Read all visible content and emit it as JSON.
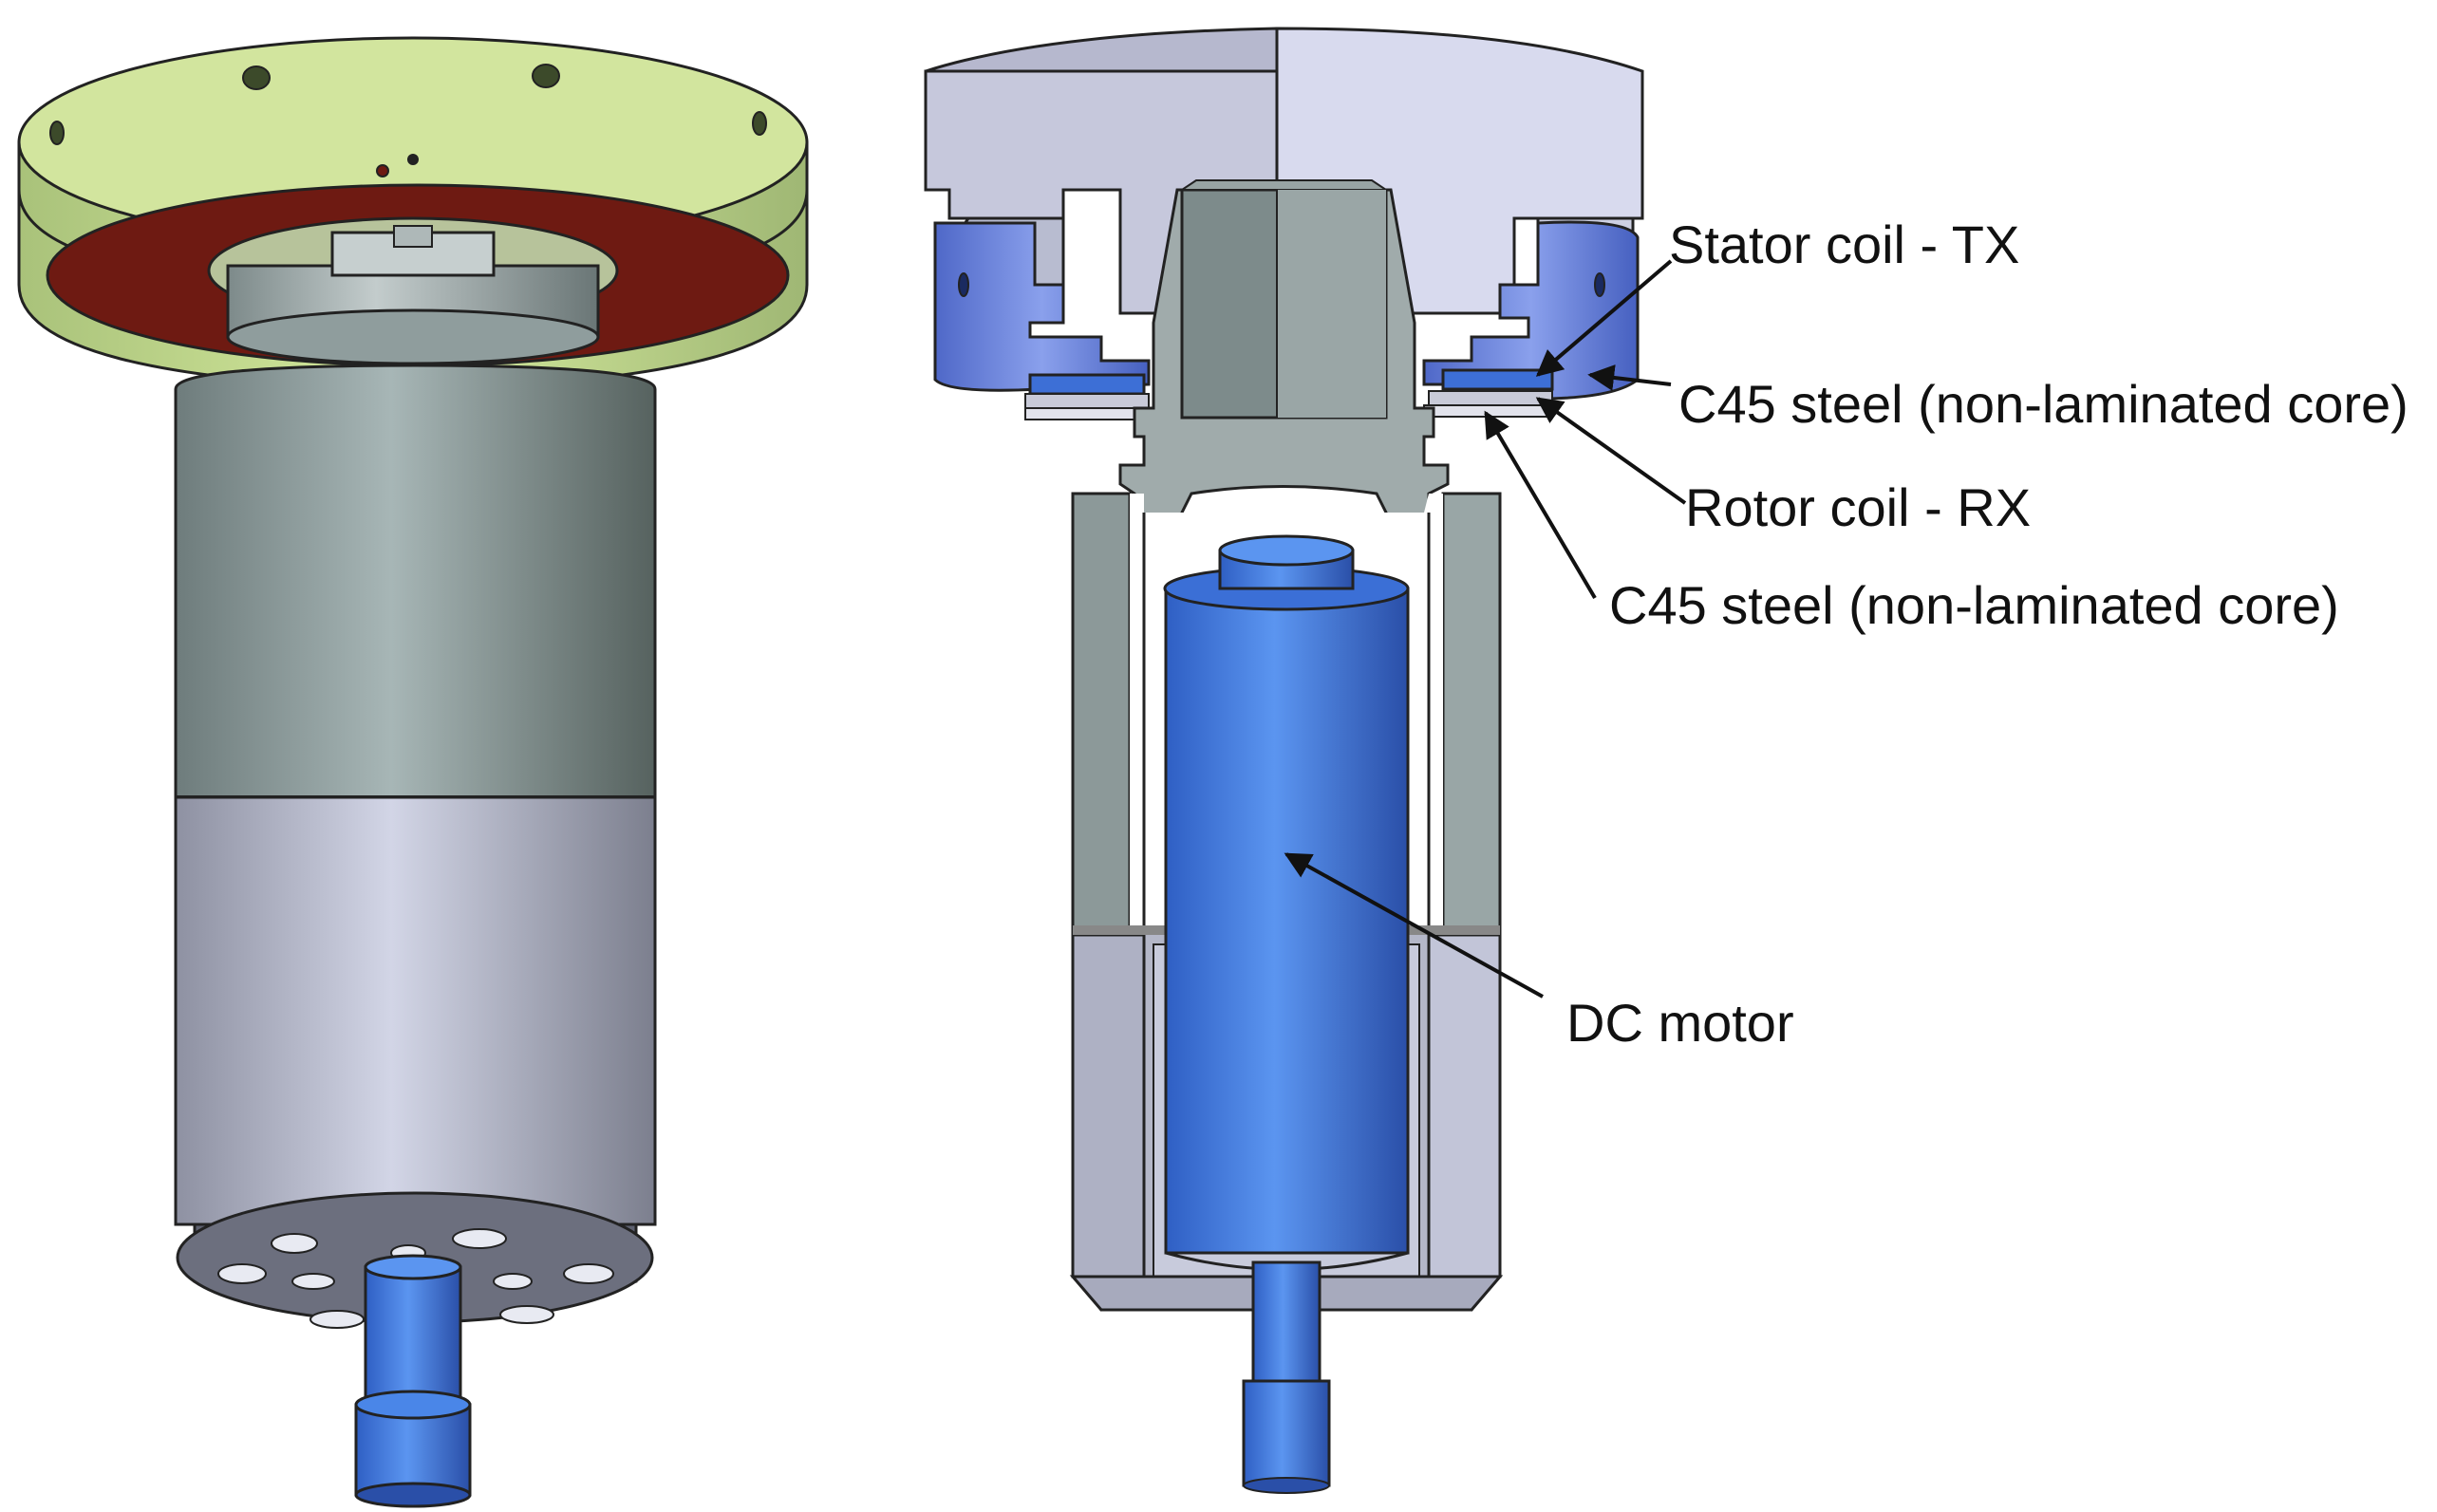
{
  "labels": {
    "stator_coil": "Stator coil - TX",
    "c45_outer": "C45 steel (non-laminated core)",
    "rotor_coil": "Rotor coil - RX",
    "c45_inner": "C45 steel (non-laminated core)",
    "dc_motor": "DC motor"
  },
  "colors": {
    "flange_green": "#c3dc8f",
    "disk_red": "#6e1a12",
    "housing_grey": "#8a9b9b",
    "cap_grey": "#b8bccc",
    "coil_blue": "#3d6fd6",
    "bright_blue": "#4a86e8",
    "core_blue": "#6b86e0",
    "section_grey": "#a0abab",
    "top_lavender": "#c6c8dc"
  }
}
